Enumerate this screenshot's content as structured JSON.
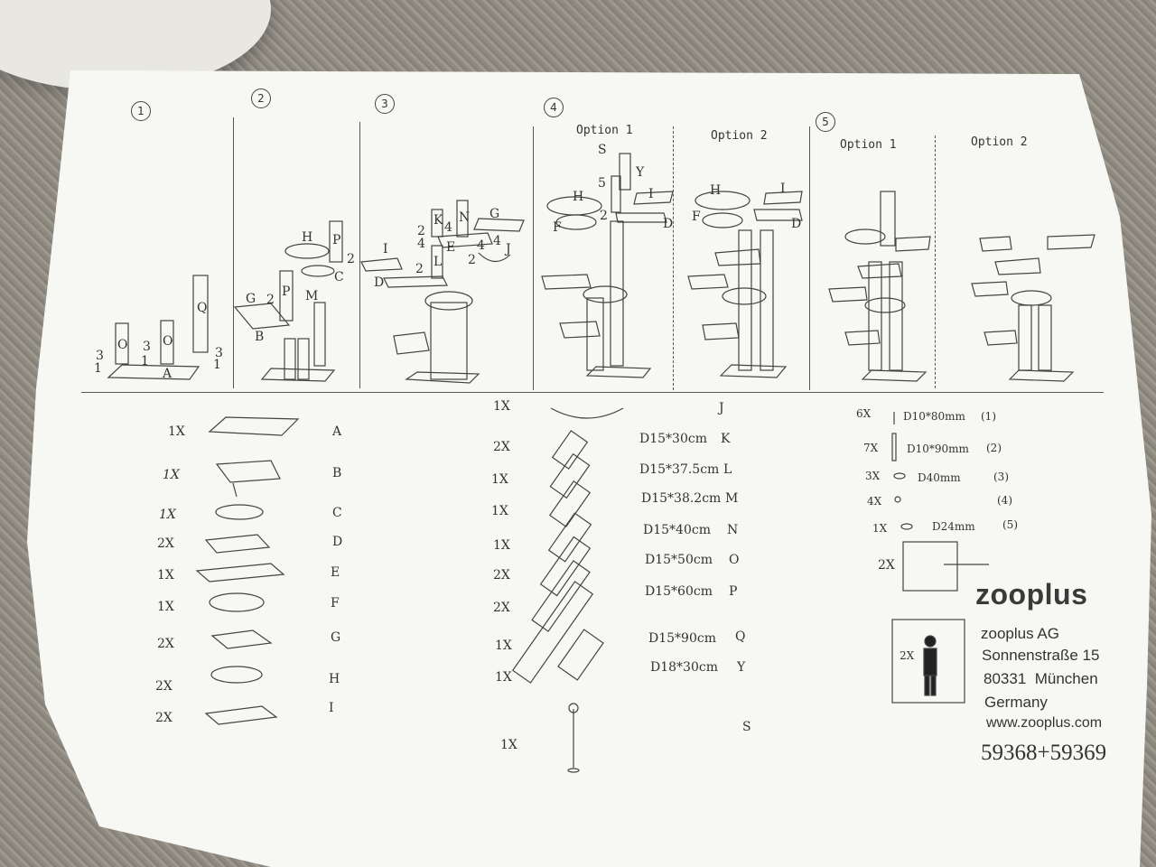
{
  "steps": {
    "step1": "1",
    "step2": "2",
    "step3": "3",
    "step4": "4",
    "step5": "5",
    "step4_option1": "Option 1",
    "step4_option2": "Option 2",
    "step5_option1": "Option 1",
    "step5_option2": "Option 2"
  },
  "assembly_labels": {
    "s1": [
      "3",
      "1",
      "O",
      "3",
      "1",
      "O",
      "Q",
      "3",
      "1",
      "A"
    ],
    "s2": [
      "H",
      "P",
      "2",
      "G",
      "2",
      "P",
      "M",
      "C",
      "B"
    ],
    "s3": [
      "K",
      "N",
      "G",
      "2",
      "4",
      "4",
      "E",
      "4",
      "4",
      "J",
      "I",
      "L",
      "D",
      "2",
      "2"
    ],
    "s4": [
      "S",
      "Y",
      "5",
      "H",
      "I",
      "F",
      "D",
      "2"
    ],
    "s4b": [
      "H",
      "I",
      "F",
      "D"
    ]
  },
  "parts_left": [
    {
      "qty": "1X",
      "label": "A"
    },
    {
      "qty": "1X",
      "label": "B"
    },
    {
      "qty": "1X",
      "label": "C"
    },
    {
      "qty": "2X",
      "label": "D"
    },
    {
      "qty": "1X",
      "label": "E"
    },
    {
      "qty": "1X",
      "label": "F"
    },
    {
      "qty": "2X",
      "label": "G"
    },
    {
      "qty": "2X",
      "label": "H"
    },
    {
      "qty": "2X",
      "label": "I"
    }
  ],
  "parts_mid": [
    {
      "qty": "1X",
      "dim": "",
      "label": "J"
    },
    {
      "qty": "2X",
      "dim": "D15*30cm",
      "label": "K"
    },
    {
      "qty": "1X",
      "dim": "D15*37.5cm",
      "label": "L"
    },
    {
      "qty": "1X",
      "dim": "D15*38.2cm",
      "label": "M"
    },
    {
      "qty": "1X",
      "dim": "D15*40cm",
      "label": "N"
    },
    {
      "qty": "2X",
      "dim": "D15*50cm",
      "label": "O"
    },
    {
      "qty": "2X",
      "dim": "D15*60cm",
      "label": "P"
    },
    {
      "qty": "1X",
      "dim": "D15*90cm",
      "label": "Q"
    },
    {
      "qty": "1X",
      "dim": "D18*30cm",
      "label": "Y"
    },
    {
      "qty": "1X",
      "dim": "",
      "label": "S"
    }
  ],
  "hardware": [
    {
      "qty": "6X",
      "dim": "D10*80mm",
      "num": "(1)"
    },
    {
      "qty": "7X",
      "dim": "D10*90mm",
      "num": "(2)"
    },
    {
      "qty": "3X",
      "dim": "D40mm",
      "num": "(3)"
    },
    {
      "qty": "4X",
      "dim": "",
      "num": "(4)"
    },
    {
      "qty": "1X",
      "dim": "D24mm",
      "num": "(5)"
    }
  ],
  "tools_qty": "2X",
  "persons_qty": "2X",
  "brand": {
    "logo": "zooplus",
    "company": "zooplus AG",
    "street": "Sonnenstraße 15",
    "city": "80331  München",
    "country": "Germany",
    "web": "www.zooplus.com",
    "article": "59368+59369"
  },
  "colors": {
    "paper": "#f7f7f4",
    "ink": "#333333",
    "carpet": "#918d85"
  }
}
